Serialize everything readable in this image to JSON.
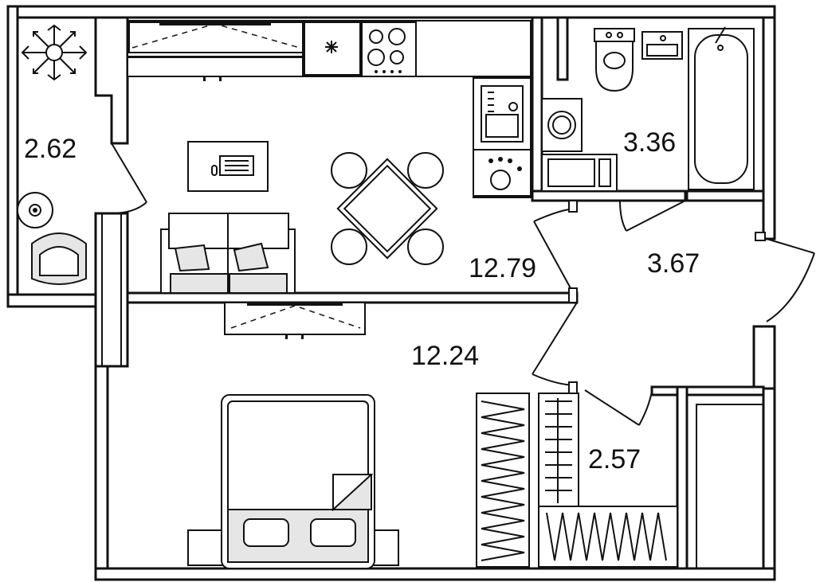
{
  "rooms": [
    {
      "id": "balcony",
      "area": "2.62"
    },
    {
      "id": "bathroom",
      "area": "3.36"
    },
    {
      "id": "kitchen-living",
      "area": "12.79"
    },
    {
      "id": "hallway",
      "area": "3.67"
    },
    {
      "id": "bedroom",
      "area": "12.24"
    },
    {
      "id": "wardrobe",
      "area": "2.57"
    }
  ],
  "icons": [
    "plant-icon",
    "laptop-icon",
    "snowflake-icon",
    "stove-icon",
    "sink-icon",
    "washing-machine-icon",
    "microwave-icon",
    "toilet-icon",
    "bathtub-icon",
    "tv-icon"
  ],
  "colors": {
    "wall": "#111111",
    "background": "#ffffff",
    "fabric": "#e6e6e6"
  }
}
